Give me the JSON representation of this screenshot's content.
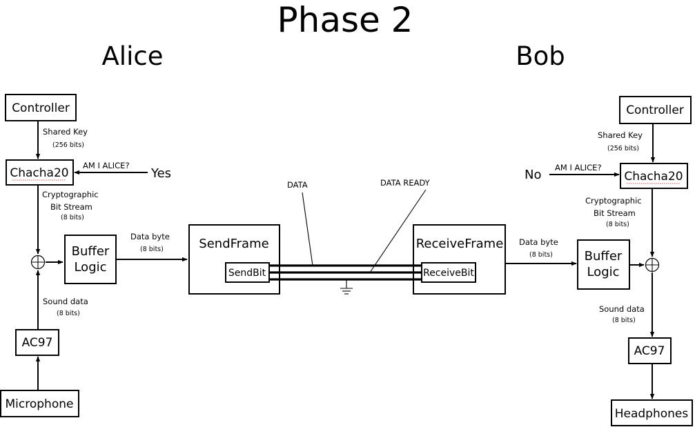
{
  "title": "Phase 2",
  "alice": {
    "name": "Alice",
    "controller": "Controller",
    "shared_key": "Shared Key",
    "shared_key_bits": "(256 bits)",
    "chacha": "Chacha20",
    "am_i_alice": "AM I ALICE?",
    "answer": "Yes",
    "crypto_line1": "Cryptographic",
    "crypto_line2": "Bit Stream",
    "crypto_bits": "(8 bits)",
    "buffer_line1": "Buffer",
    "buffer_line2": "Logic",
    "data_byte": "Data byte",
    "data_byte_bits": "(8 bits)",
    "sound_data": "Sound data",
    "sound_bits": "(8 bits)",
    "ac97": "AC97",
    "microphone": "Microphone"
  },
  "link": {
    "sendframe": "SendFrame",
    "sendbit": "SendBit",
    "receiveframe": "ReceiveFrame",
    "receivebit": "ReceiveBit",
    "data_label": "DATA",
    "data_ready_label": "DATA READY"
  },
  "bob": {
    "name": "Bob",
    "controller": "Controller",
    "shared_key": "Shared Key",
    "shared_key_bits": "(256 bits)",
    "chacha": "Chacha20",
    "am_i_alice": "AM I ALICE?",
    "answer": "No",
    "crypto_line1": "Cryptographic",
    "crypto_line2": "Bit Stream",
    "crypto_bits": "(8 bits)",
    "buffer_line1": "Buffer",
    "buffer_line2": "Logic",
    "data_byte": "Data byte",
    "data_byte_bits": "(8 bits)",
    "sound_data": "Sound data",
    "sound_bits": "(8 bits)",
    "ac97": "AC97",
    "headphones": "Headphones"
  }
}
